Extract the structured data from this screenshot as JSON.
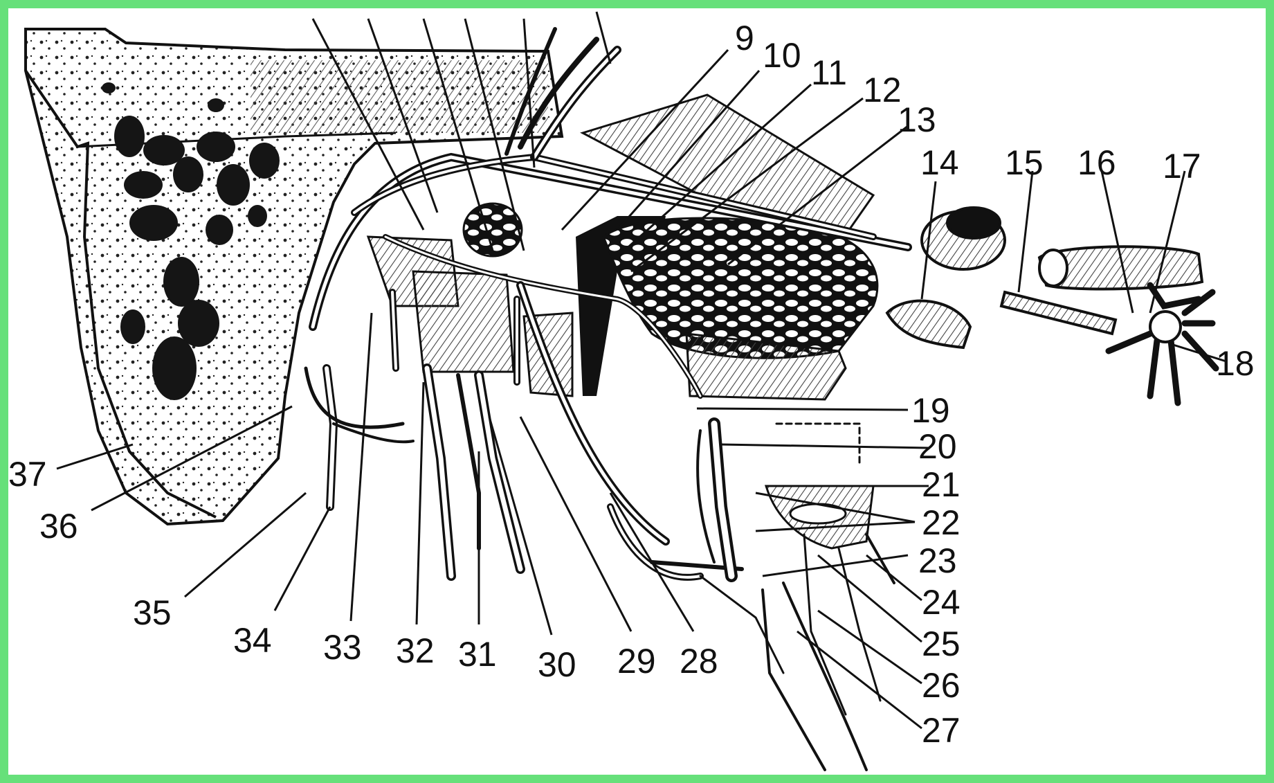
{
  "colors": {
    "border": "#66e07a",
    "background": "#ffffff",
    "ink": "#111111",
    "hatch": "#444444"
  },
  "labels": {
    "l9": "9",
    "l10": "10",
    "l11": "11",
    "l12": "12",
    "l13": "13",
    "l14": "14",
    "l15": "15",
    "l16": "16",
    "l17": "17",
    "l18": "18",
    "l19": "19",
    "l20": "20",
    "l21": "21",
    "l22": "22",
    "l23": "23",
    "l24": "24",
    "l25": "25",
    "l26": "26",
    "l27": "27",
    "l28": "28",
    "l29": "29",
    "l30": "30",
    "l31": "31",
    "l32": "32",
    "l33": "33",
    "l34": "34",
    "l35": "35",
    "l36": "36",
    "l37": "37"
  }
}
